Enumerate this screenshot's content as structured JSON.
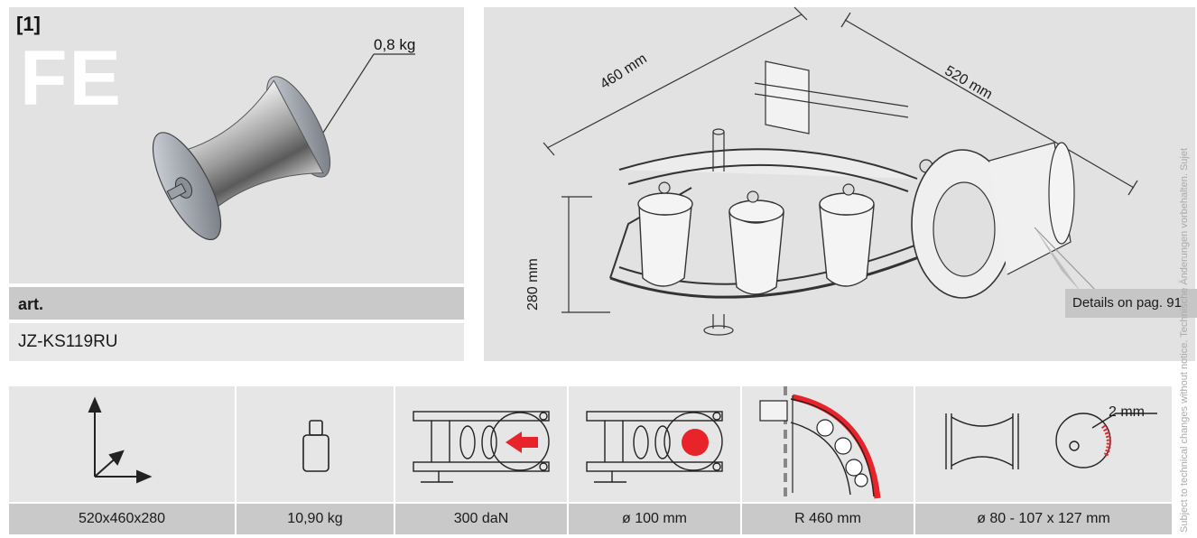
{
  "product": {
    "item_number": "[1]",
    "series": "FE",
    "weight": "0,8 kg",
    "art_label": "art.",
    "article_code": "JZ-KS119RU"
  },
  "drawing": {
    "dim_width": "460 mm",
    "dim_length": "520 mm",
    "dim_height": "280 mm",
    "details_ref": "Details on pag. 91"
  },
  "side_note": "Subject to technical changes without notice. Technische Änderungen vorbehalten. Sujet",
  "specs": [
    {
      "icon": "dimensions-axes-icon",
      "value": "520x460x280"
    },
    {
      "icon": "weight-icon",
      "value": "10,90 kg"
    },
    {
      "icon": "pulling-force-icon",
      "value": "300 daN"
    },
    {
      "icon": "cable-diameter-icon",
      "value": "ø 100 mm"
    },
    {
      "icon": "bend-radius-icon",
      "value": "R 460 mm"
    },
    {
      "icon": "roller-size-icon",
      "value": "ø 80 - 107 x 127 mm"
    }
  ],
  "roller_detail": "2 mm",
  "colors": {
    "accent": "#e8242a",
    "panel": "#e2e2e2",
    "bar": "#c9c9c9"
  }
}
